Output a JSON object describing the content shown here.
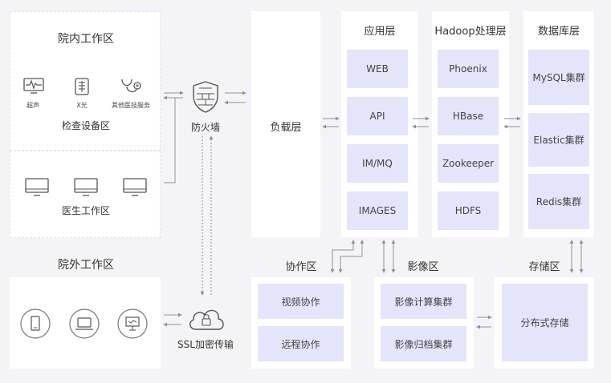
{
  "hospital_internal": {
    "title": "院内工作区",
    "exam_equipment": {
      "label": "检查设备区",
      "devices": [
        {
          "label": "超声",
          "icon": "ultrasound-monitor-icon"
        },
        {
          "label": "X光",
          "icon": "xray-device-icon"
        },
        {
          "label": "其他医技服务",
          "icon": "stethoscope-icon"
        }
      ]
    },
    "doctor_area": {
      "label": "医生工作区",
      "devices": [
        "monitor-icon",
        "monitor-icon",
        "monitor-icon"
      ]
    }
  },
  "hospital_external": {
    "title": "院外工作区",
    "devices": [
      "tablet-icon",
      "laptop-icon",
      "projector-icon"
    ]
  },
  "firewall": {
    "label": "防火墙",
    "icon": "firewall-shield-icon"
  },
  "ssl": {
    "label": "SSL加密传输",
    "icon": "cloud-lock-icon"
  },
  "load_layer": {
    "label": "负载层"
  },
  "app_layer": {
    "title": "应用层",
    "items": [
      "WEB",
      "API",
      "IM/MQ",
      "IMAGES"
    ]
  },
  "hadoop_layer": {
    "title": "Hadoop处理层",
    "items": [
      "Phoenix",
      "HBase",
      "Zookeeper",
      "HDFS"
    ]
  },
  "db_layer": {
    "title": "数据库层",
    "items": [
      "MySQL集群",
      "Elastic集群",
      "Redis集群"
    ]
  },
  "collab": {
    "title": "协作区",
    "items": [
      "视频协作",
      "远程协作"
    ]
  },
  "imaging": {
    "title": "影像区",
    "items": [
      "影像计算集群",
      "影像归档集群"
    ]
  },
  "storage": {
    "title": "存储区",
    "items": [
      "分布式存储"
    ]
  },
  "colors": {
    "box_fill": "#e4e5fb",
    "panel": "#ffffff",
    "background": "#f4f4f6",
    "connector": "#8e8fa6"
  }
}
